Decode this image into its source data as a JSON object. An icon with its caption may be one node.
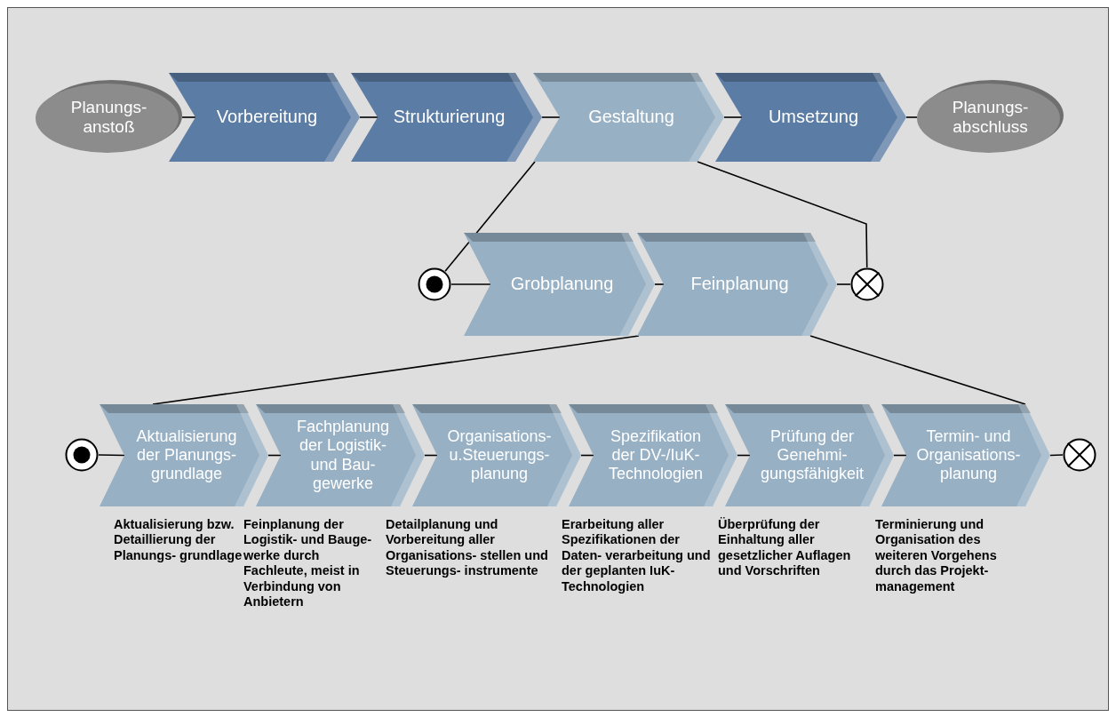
{
  "diagram": {
    "nodes": [
      {
        "text": [
          "Planungs- anstoß"
        ]
      },
      {
        "text": [
          "Vorbereitung"
        ]
      },
      {
        "text": [
          "Strukturierung"
        ]
      },
      {
        "text": [
          "Gestaltung"
        ]
      },
      {
        "text": [
          "Umsetzung"
        ]
      },
      {
        "text": [
          "Planungs- abschluss"
        ]
      },
      {
        "text": [],
        "shape": "circle"
      },
      {
        "text": [
          "Grobplanung"
        ]
      },
      {
        "text": [
          "Feinplanung"
        ]
      },
      {
        "text": [],
        "shape": "circle"
      },
      {
        "text": [],
        "shape": "circle"
      },
      {
        "text": [
          "Aktualisierung der Planungs- grundlage"
        ],
        "beside": [
          "Aktualisierung bzw. Detaillierung der Planungs- grundlage"
        ]
      },
      {
        "text": [
          "Fachplanung der Logistik- und Bau- gewerke"
        ],
        "beside": [
          "Feinplanung der Logistik- und Bauge- werke durch Fachleute, meist in Verbindung von Anbietern"
        ]
      },
      {
        "text": [
          "Organisations- u.Steuerungs- planung"
        ],
        "beside": [
          "Detailplanung und Vorbereitung aller Organisations- stellen und Steuerungs- instrumente"
        ]
      },
      {
        "text": [
          "Spezifikation der DV-/IuK- Technologien"
        ],
        "beside": [
          "Erarbeitung aller Spezifikationen der Daten- verarbeitung und der geplanten IuK-Technologien"
        ]
      },
      {
        "text": [
          "Prüfung der Genehmi- gungsfähigkeit"
        ],
        "beside": [
          "Überprüfung der Einhaltung aller gesetzlicher Auflagen und Vorschriften"
        ]
      },
      {
        "text": [
          "Termin- und Organisations- planung"
        ],
        "beside": [
          "Terminierung und Organisation des weiteren Vorgehens durch das Projekt- management"
        ]
      },
      {
        "text": [],
        "shape": "circle"
      }
    ],
    "edges": [
      {
        "from": 0,
        "to": 1,
        "arrow": "none"
      },
      {
        "from": 1,
        "to": 2,
        "arrow": "none"
      },
      {
        "from": 2,
        "to": 3,
        "arrow": "none"
      },
      {
        "from": 3,
        "to": 4,
        "arrow": "none"
      },
      {
        "from": 4,
        "to": 5,
        "arrow": "none"
      },
      {
        "from": 3,
        "to": 6,
        "arrow": "none"
      },
      {
        "from": 3,
        "to": 9,
        "arrow": "none"
      },
      {
        "from": 6,
        "to": 7,
        "arrow": "none"
      },
      {
        "from": 7,
        "to": 8,
        "arrow": "none"
      },
      {
        "from": 8,
        "to": 9,
        "arrow": "none"
      },
      {
        "from": 8,
        "to": 11,
        "arrow": "none"
      },
      {
        "from": 8,
        "to": 16,
        "arrow": "none"
      },
      {
        "from": 10,
        "to": 11,
        "arrow": "none"
      },
      {
        "from": 11,
        "to": 12,
        "arrow": "none"
      },
      {
        "from": 12,
        "to": 13,
        "arrow": "none"
      },
      {
        "from": 13,
        "to": 14,
        "arrow": "none"
      },
      {
        "from": 14,
        "to": 15,
        "arrow": "none"
      },
      {
        "from": 15,
        "to": 16,
        "arrow": "none"
      },
      {
        "from": 16,
        "to": 17,
        "arrow": "none"
      }
    ]
  }
}
